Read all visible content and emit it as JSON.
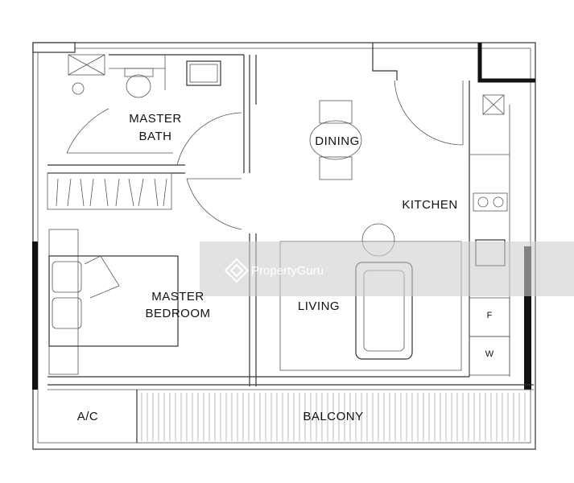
{
  "rooms": {
    "master_bath_line1": "MASTER",
    "master_bath_line2": "BATH",
    "dining": "DINING",
    "kitchen": "KITCHEN",
    "master_bedroom_line1": "MASTER",
    "master_bedroom_line2": "BEDROOM",
    "living": "LIVING",
    "ac": "A/C",
    "balcony": "BALCONY"
  },
  "appliances": {
    "fridge": "F",
    "washer": "W"
  },
  "watermark": {
    "text": "PropertyGuru",
    "band_color": "#cfcfcf"
  }
}
